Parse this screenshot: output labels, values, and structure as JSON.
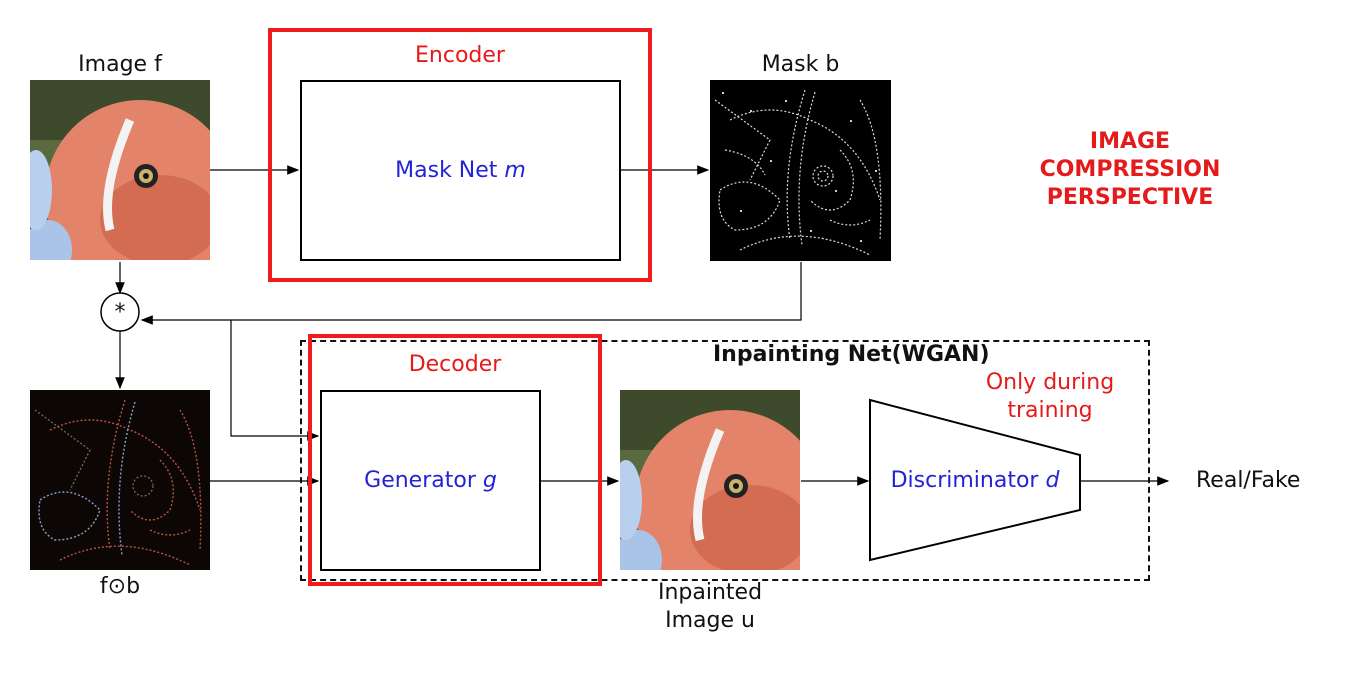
{
  "diagram": {
    "image_f_label": "Image f",
    "encoder_label": "Encoder",
    "mask_net_label": "Mask Net",
    "mask_net_var": "m",
    "mask_b_label": "Mask b",
    "perspective_line1": "IMAGE",
    "perspective_line2": "COMPRESSION",
    "perspective_line3": "PERSPECTIVE",
    "multiply_symbol": "*",
    "inpainting_label": "Inpainting Net(WGAN)",
    "decoder_label": "Decoder",
    "only_training_line1": "Only during",
    "only_training_line2": "training",
    "generator_label": "Generator",
    "generator_var": "g",
    "discriminator_label": "Discriminator",
    "discriminator_var": "d",
    "real_fake_label": "Real/Fake",
    "masked_label": "f⊙b",
    "inpainted_line1": "Inpainted",
    "inpainted_line2": "Image u"
  },
  "colors": {
    "red": "#ee1c1c",
    "blue": "#2323d6",
    "fish_orange": "#e07a5f"
  }
}
